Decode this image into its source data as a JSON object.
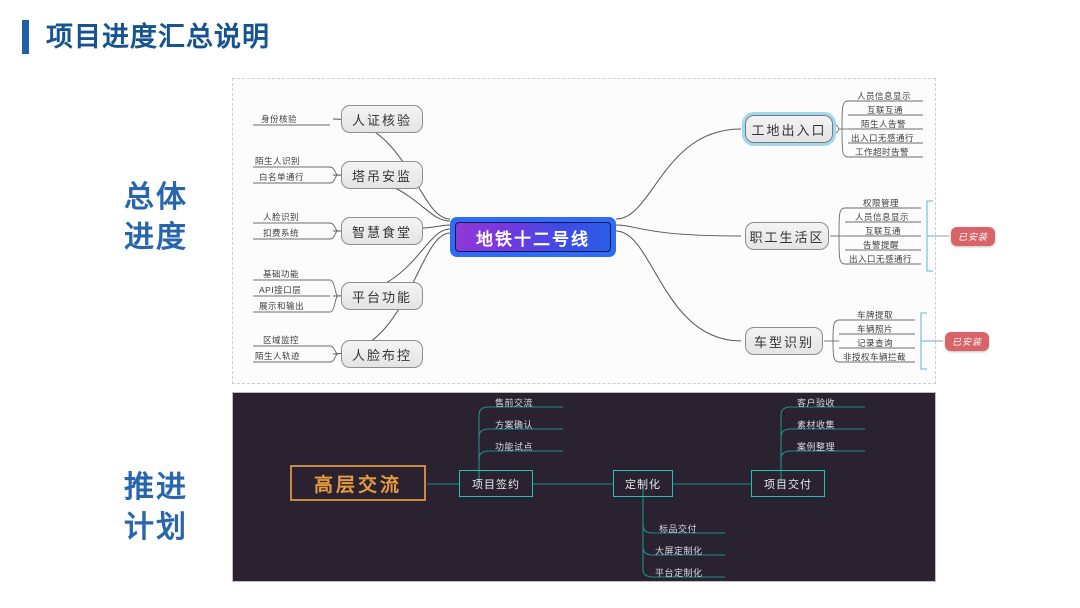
{
  "header": {
    "title": "项目进度汇总说明"
  },
  "captions": {
    "overall": "总体\n进度",
    "overall_line1": "总体",
    "overall_line2": "进度",
    "plan_line1": "推进",
    "plan_line2": "计划"
  },
  "colors": {
    "title_blue": "#17548f",
    "caption_blue": "#2766ad",
    "center_purple": "#8e39d6",
    "center_blue": "#2a5ee8",
    "badge_red": "#d8646a",
    "selection_cyan": "#9fd8ef",
    "dark_panel": "#2a2230",
    "teal": "#24c2bb",
    "orange": "#e49a3f"
  },
  "overall_map": {
    "center": "地铁十二号线",
    "left_branches": [
      {
        "node": "人证核验",
        "leaves": [
          "身份核验"
        ]
      },
      {
        "node": "塔吊安监",
        "leaves": [
          "陌生人识别",
          "白名单通行"
        ]
      },
      {
        "node": "智慧食堂",
        "leaves": [
          "人脸识别",
          "扣费系统"
        ]
      },
      {
        "node": "平台功能",
        "leaves": [
          "基础功能",
          "API接口层",
          "展示和输出"
        ]
      },
      {
        "node": "人脸布控",
        "leaves": [
          "区域监控",
          "陌生人轨迹"
        ]
      }
    ],
    "right_branches": [
      {
        "node": "工地出入口",
        "selected": true,
        "badge": "",
        "leaves": [
          "人员信息显示",
          "互联互通",
          "陌生人告警",
          "出入口无感通行",
          "工作超时告警"
        ]
      },
      {
        "node": "职工生活区",
        "selected": false,
        "badge": "已安装",
        "leaves": [
          "权限管理",
          "人员信息显示",
          "互联互通",
          "告警提醒",
          "出入口无感通行"
        ]
      },
      {
        "node": "车型识别",
        "selected": false,
        "badge": "已安装",
        "leaves": [
          "车牌提取",
          "车辆照片",
          "记录查询",
          "非授权车辆拦截"
        ]
      }
    ]
  },
  "plan_map": {
    "root": "高层交流",
    "stages": [
      {
        "node": "项目签约",
        "above": [
          "售前交流",
          "方案确认",
          "功能试点"
        ],
        "below": []
      },
      {
        "node": "定制化",
        "above": [],
        "below": [
          "标品交付",
          "大屏定制化",
          "平台定制化"
        ]
      },
      {
        "node": "项目交付",
        "above": [
          "客户验收",
          "素材收集",
          "案例整理"
        ],
        "below": []
      }
    ]
  }
}
